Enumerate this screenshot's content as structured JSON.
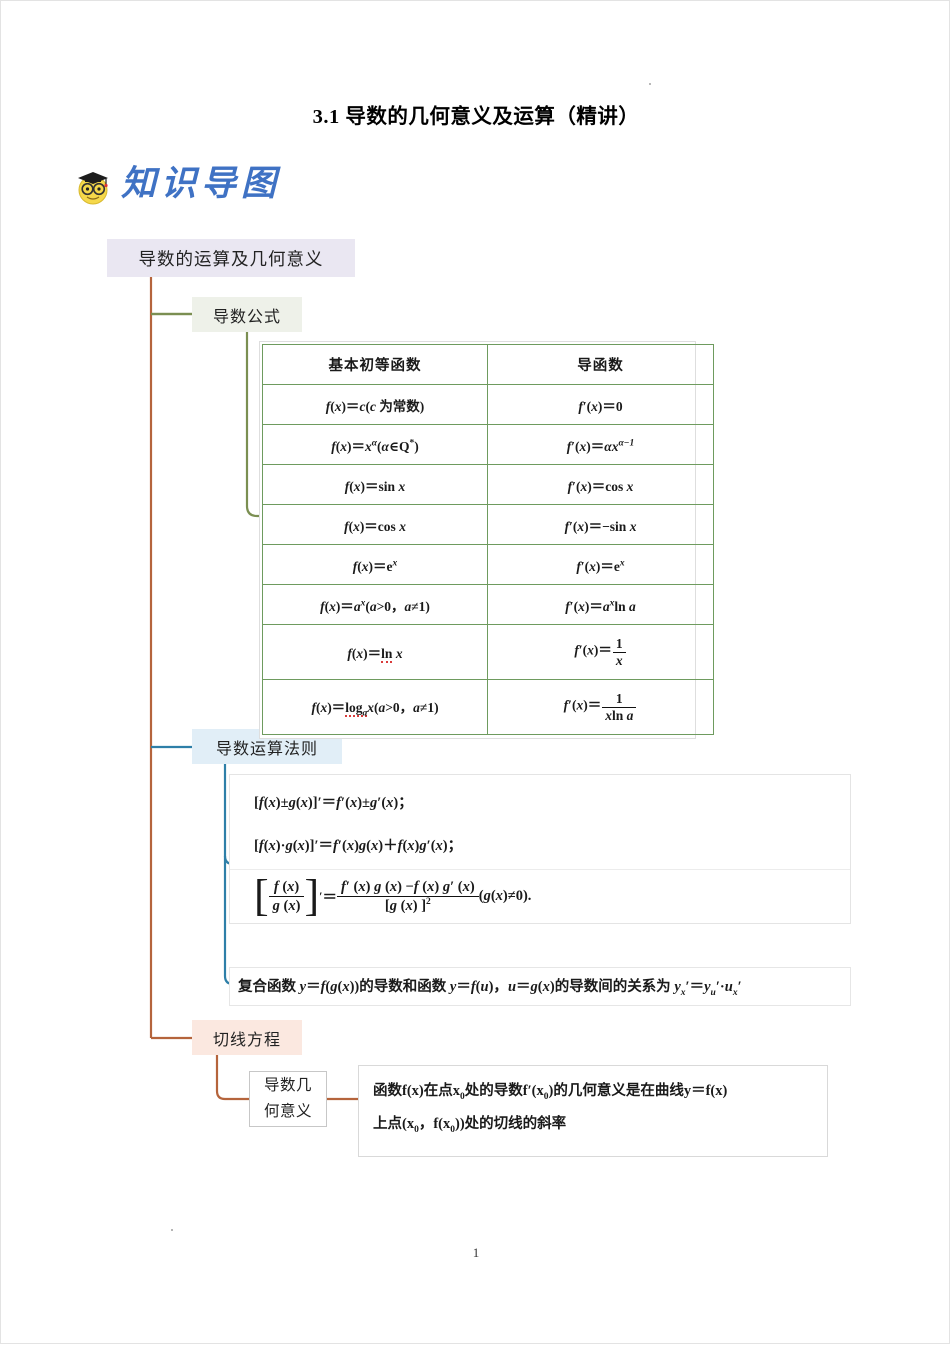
{
  "document": {
    "title": "3.1 导数的几何意义及运算（精讲）",
    "page_number": "1"
  },
  "logo": {
    "icon": "graduate-face-icon",
    "text": "知识导图"
  },
  "mindmap": {
    "root": {
      "label": "导数的运算及几何意义",
      "color": "#eae7f2"
    },
    "branches": [
      {
        "label": "导数公式",
        "color": "#eef1e9",
        "line_color": "#7b8f52"
      },
      {
        "label": "导数运算法则",
        "color": "#e1eef7",
        "line_color": "#2e7fa8"
      },
      {
        "label": "切线方程",
        "color": "#fbe8e0",
        "line_color": "#b5643c"
      }
    ],
    "leaf": {
      "label_line1": "导数几",
      "label_line2": "何意义"
    },
    "trunk_color": "#b5643c"
  },
  "derivative_table": {
    "border_color": "#6e9b5e",
    "headers": [
      "基本初等函数",
      "导函数"
    ],
    "rows": [
      {
        "fn_prefix": "f(x)",
        "fn": "=c(c 为常数)",
        "d": "f′(x)=0"
      },
      {
        "fn": "f(x)=x^α(α∈Q*)",
        "d": "f′(x)=αx^{α−1}"
      },
      {
        "fn": "f(x)=sin x",
        "d": "f′(x)=cos x"
      },
      {
        "fn": "f(x)=cos x",
        "d": "f′(x)=−sin x"
      },
      {
        "fn": "f(x)=e^x",
        "d": "f′(x)=e^x"
      },
      {
        "fn": "f(x)=a^x(a>0，a≠1)",
        "d": "f′(x)=a^x ln a"
      },
      {
        "fn": "f(x)=ln x",
        "d": "f′(x)=1/x"
      },
      {
        "fn": "f(x)=log_a x(a>0，a≠1)",
        "d": "f′(x)=1/(x ln a)"
      }
    ]
  },
  "rules": {
    "sum_rule": "[f(x)±g(x)]′=f′(x)±g′(x)；",
    "product_rule": "[f(x)·g(x)]′=f′(x)g(x)+f(x)g′(x)；",
    "quotient_rule": "[f(x)/g(x)]′=[f′(x)g(x)−f(x)g′(x)]/[g(x)]²  (g(x)≠0).",
    "chain_rule": "复合函数 y=f(g(x))的导数和函数 y=f(u)，u=g(x)的导数间的关系为 y_x′=y_u′·u_x′"
  },
  "geometric_meaning": {
    "line1": "函数f(x)在点x₀处的导数f′(x₀)的几何意义是在曲线y=f(x)",
    "line2": "上点(x₀，f(x₀))处的切线的斜率"
  }
}
